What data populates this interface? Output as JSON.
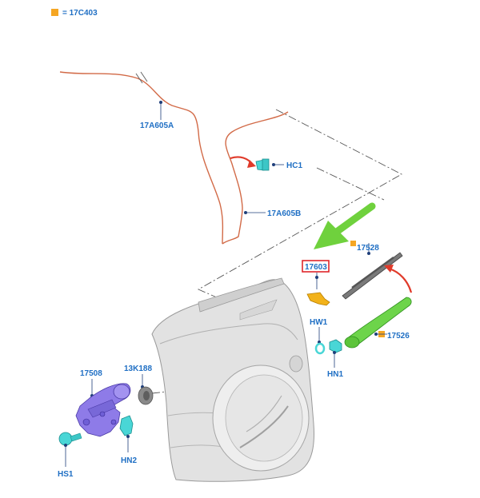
{
  "legend": {
    "marker_color": "#f5a623",
    "text": "= 17C403"
  },
  "callouts": {
    "hose_a": "17A605A",
    "hose_b": "17A605B",
    "clip_hc1": "HC1",
    "blade": "17528",
    "arm": "17526",
    "nozzle": "17603",
    "washer_hw1": "HW1",
    "nut_hn1": "HN1",
    "motor": "17508",
    "grommet": "13K188",
    "nut_hn2": "HN2",
    "screw_hs1": "HS1"
  },
  "colors": {
    "label": "#1f6fc4",
    "hose": "#d26a47",
    "arm_green": "#5cc43a",
    "motor_purple": "#8e7be8",
    "fastener_cyan": "#49d6d6",
    "nozzle_orange": "#f2b21a",
    "highlight_box": "#e0262b",
    "indicator_green_arrow": "#6fd13d",
    "indicator_red_arrow": "#e03a2a"
  },
  "icons": [
    "green-arrow-icon",
    "red-curved-arrow-icon",
    "legend-square-icon"
  ]
}
